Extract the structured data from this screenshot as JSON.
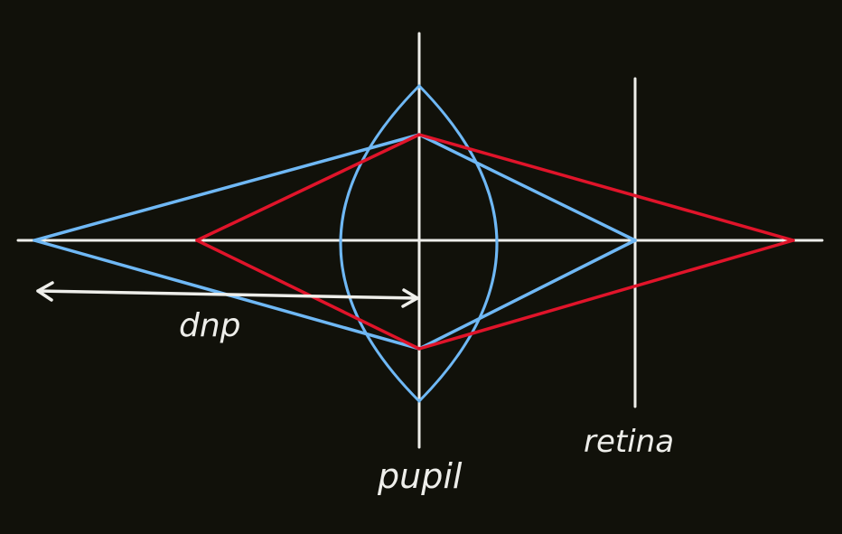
{
  "labels": {
    "distance": "dnp",
    "pupil": "pupil",
    "retina": "retina"
  },
  "colors": {
    "background": "#11110a",
    "axis": "#eeeeea",
    "near_rays": "#6fb8f5",
    "far_rays": "#e0142a",
    "lens": "#6fb8f5"
  }
}
